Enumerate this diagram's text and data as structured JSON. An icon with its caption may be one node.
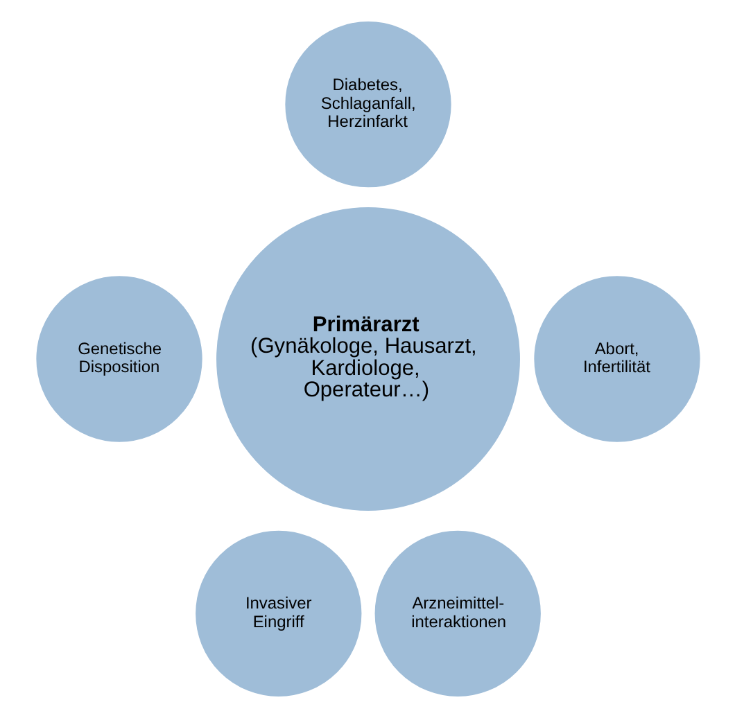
{
  "diagram": {
    "nodes": [
      {
        "text": [
          "Primärarzt",
          "(Gynäkologe, Hausarzt, Kardiologe, Operateur…)"
        ]
      },
      {
        "text": [
          "Diabetes, Schlaganfall, Herzinfarkt"
        ]
      },
      {
        "text": [
          "Abort, Infertilität"
        ]
      },
      {
        "text": [
          "Invasiver Eingriff"
        ]
      },
      {
        "text": [
          "Arzneimittel-interaktionen"
        ]
      },
      {
        "text": [
          "Genetische Disposition"
        ]
      }
    ],
    "edges": []
  }
}
